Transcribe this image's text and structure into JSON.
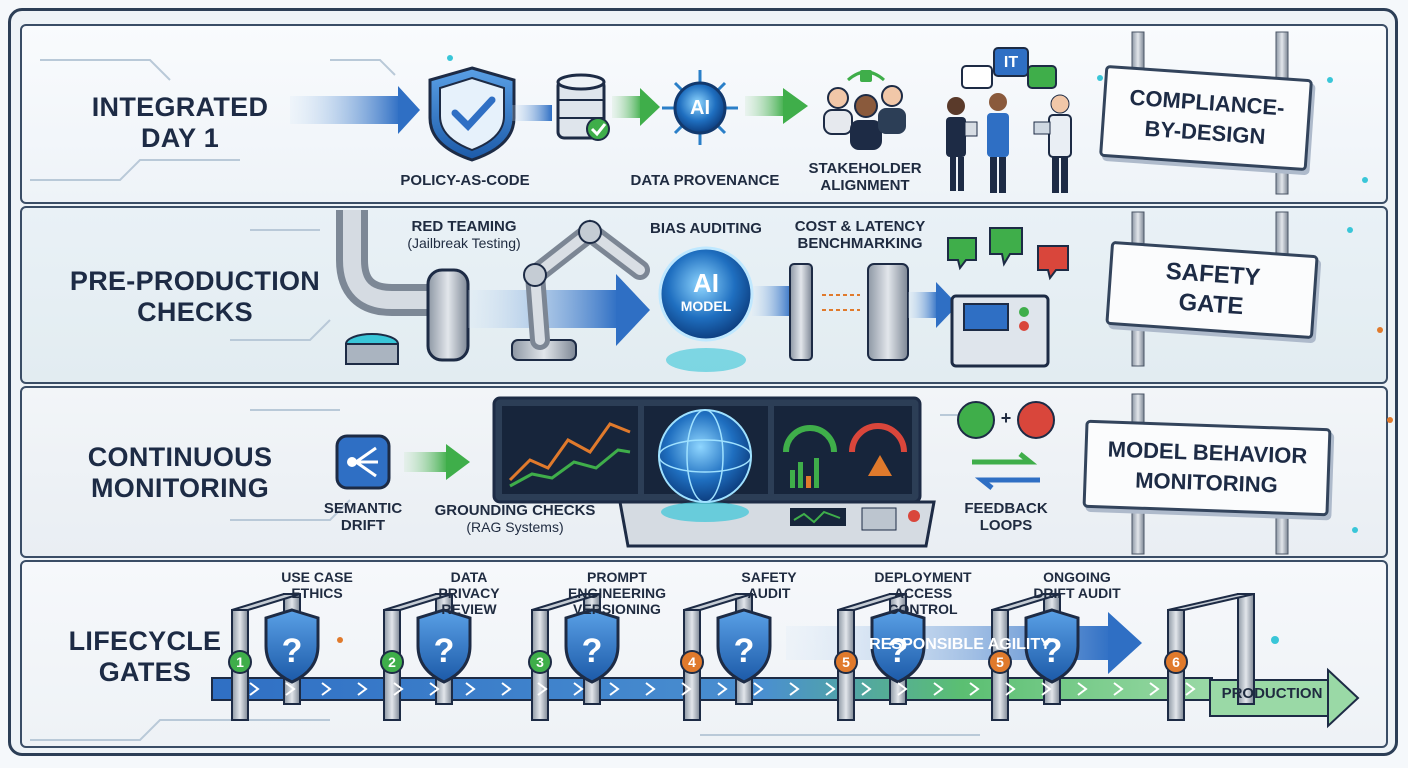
{
  "stages": [
    {
      "title_line1": "INTEGRATED",
      "title_line2": "DAY 1"
    },
    {
      "title_line1": "PRE-PRODUCTION",
      "title_line2": "CHECKS"
    },
    {
      "title_line1": "CONTINUOUS",
      "title_line2": "MONITORING"
    },
    {
      "title_line1": "LIFECYCLE",
      "title_line2": "GATES"
    }
  ],
  "row1": {
    "policy": "POLICY-AS-CODE",
    "provenance": "DATA PROVENANCE",
    "ai_badge": "AI",
    "stakeholder_line1": "STAKEHOLDER",
    "stakeholder_line2": "ALIGNMENT",
    "bubble": "IT",
    "sign_line1": "COMPLIANCE-",
    "sign_line2": "BY-DESIGN"
  },
  "row2": {
    "red_teaming": "RED TEAMING",
    "red_teaming_sub": "(Jailbreak Testing)",
    "bias": "BIAS AUDITING",
    "cost_line1": "COST & LATENCY",
    "cost_line2": "BENCHMARKING",
    "model_ai": "AI",
    "model_word": "MODEL",
    "sign_line1": "SAFETY",
    "sign_line2": "GATE"
  },
  "row3": {
    "drift_line1": "SEMANTIC",
    "drift_line2": "DRIFT",
    "grounding_line1": "GROUNDING CHECKS",
    "grounding_line2": "(RAG Systems)",
    "feedback_line1": "FEEDBACK",
    "feedback_line2": "LOOPS",
    "plus": "+",
    "sign_line1": "MODEL BEHAVIOR",
    "sign_line2": "MONITORING"
  },
  "row4": {
    "gates": [
      {
        "num": "1",
        "lines": [
          "USE CASE",
          "ETHICS"
        ],
        "color": "#3fae4a"
      },
      {
        "num": "2",
        "lines": [
          "DATA",
          "PRIVACY",
          "REVIEW"
        ],
        "color": "#3fae4a"
      },
      {
        "num": "3",
        "lines": [
          "PROMPT",
          "ENGINEERING",
          "VERSIONING"
        ],
        "color": "#3fae4a"
      },
      {
        "num": "4",
        "lines": [
          "SAFETY",
          "AUDIT"
        ],
        "color": "#e07a2c"
      },
      {
        "num": "5",
        "lines": [
          "DEPLOYMENT",
          "ACCESS",
          "CONTROL"
        ],
        "color": "#e07a2c"
      },
      {
        "num": "5",
        "lines": [
          "ONGOING",
          "DRIFT AUDIT"
        ],
        "color": "#e07a2c"
      },
      {
        "num": "6",
        "lines": [],
        "color": "#e07a2c"
      }
    ],
    "agility": "RESPONSIBLE AGILITY",
    "production": "PRODUCTION",
    "question_mark": "?"
  },
  "colors": {
    "blue": "#2f6fc4",
    "green": "#3fae4a",
    "red": "#d9463b",
    "orange": "#e07a2c",
    "navy": "#1d2b45",
    "teal": "#39c6d8"
  },
  "icons": [
    "shield-check-icon",
    "database-icon",
    "ai-hub-icon",
    "people-icon",
    "chat-bubble-icon",
    "pipe-icon",
    "robot-arm-icon",
    "ai-model-orb-icon",
    "scanner-gate-icon",
    "control-panel-icon",
    "semantic-drift-icon",
    "dashboard-console-icon",
    "globe-icon",
    "gauge-icon",
    "thumbs-up-icon",
    "thumbs-down-icon",
    "loop-arrows-icon",
    "gate-arch-icon",
    "shield-question-icon"
  ]
}
